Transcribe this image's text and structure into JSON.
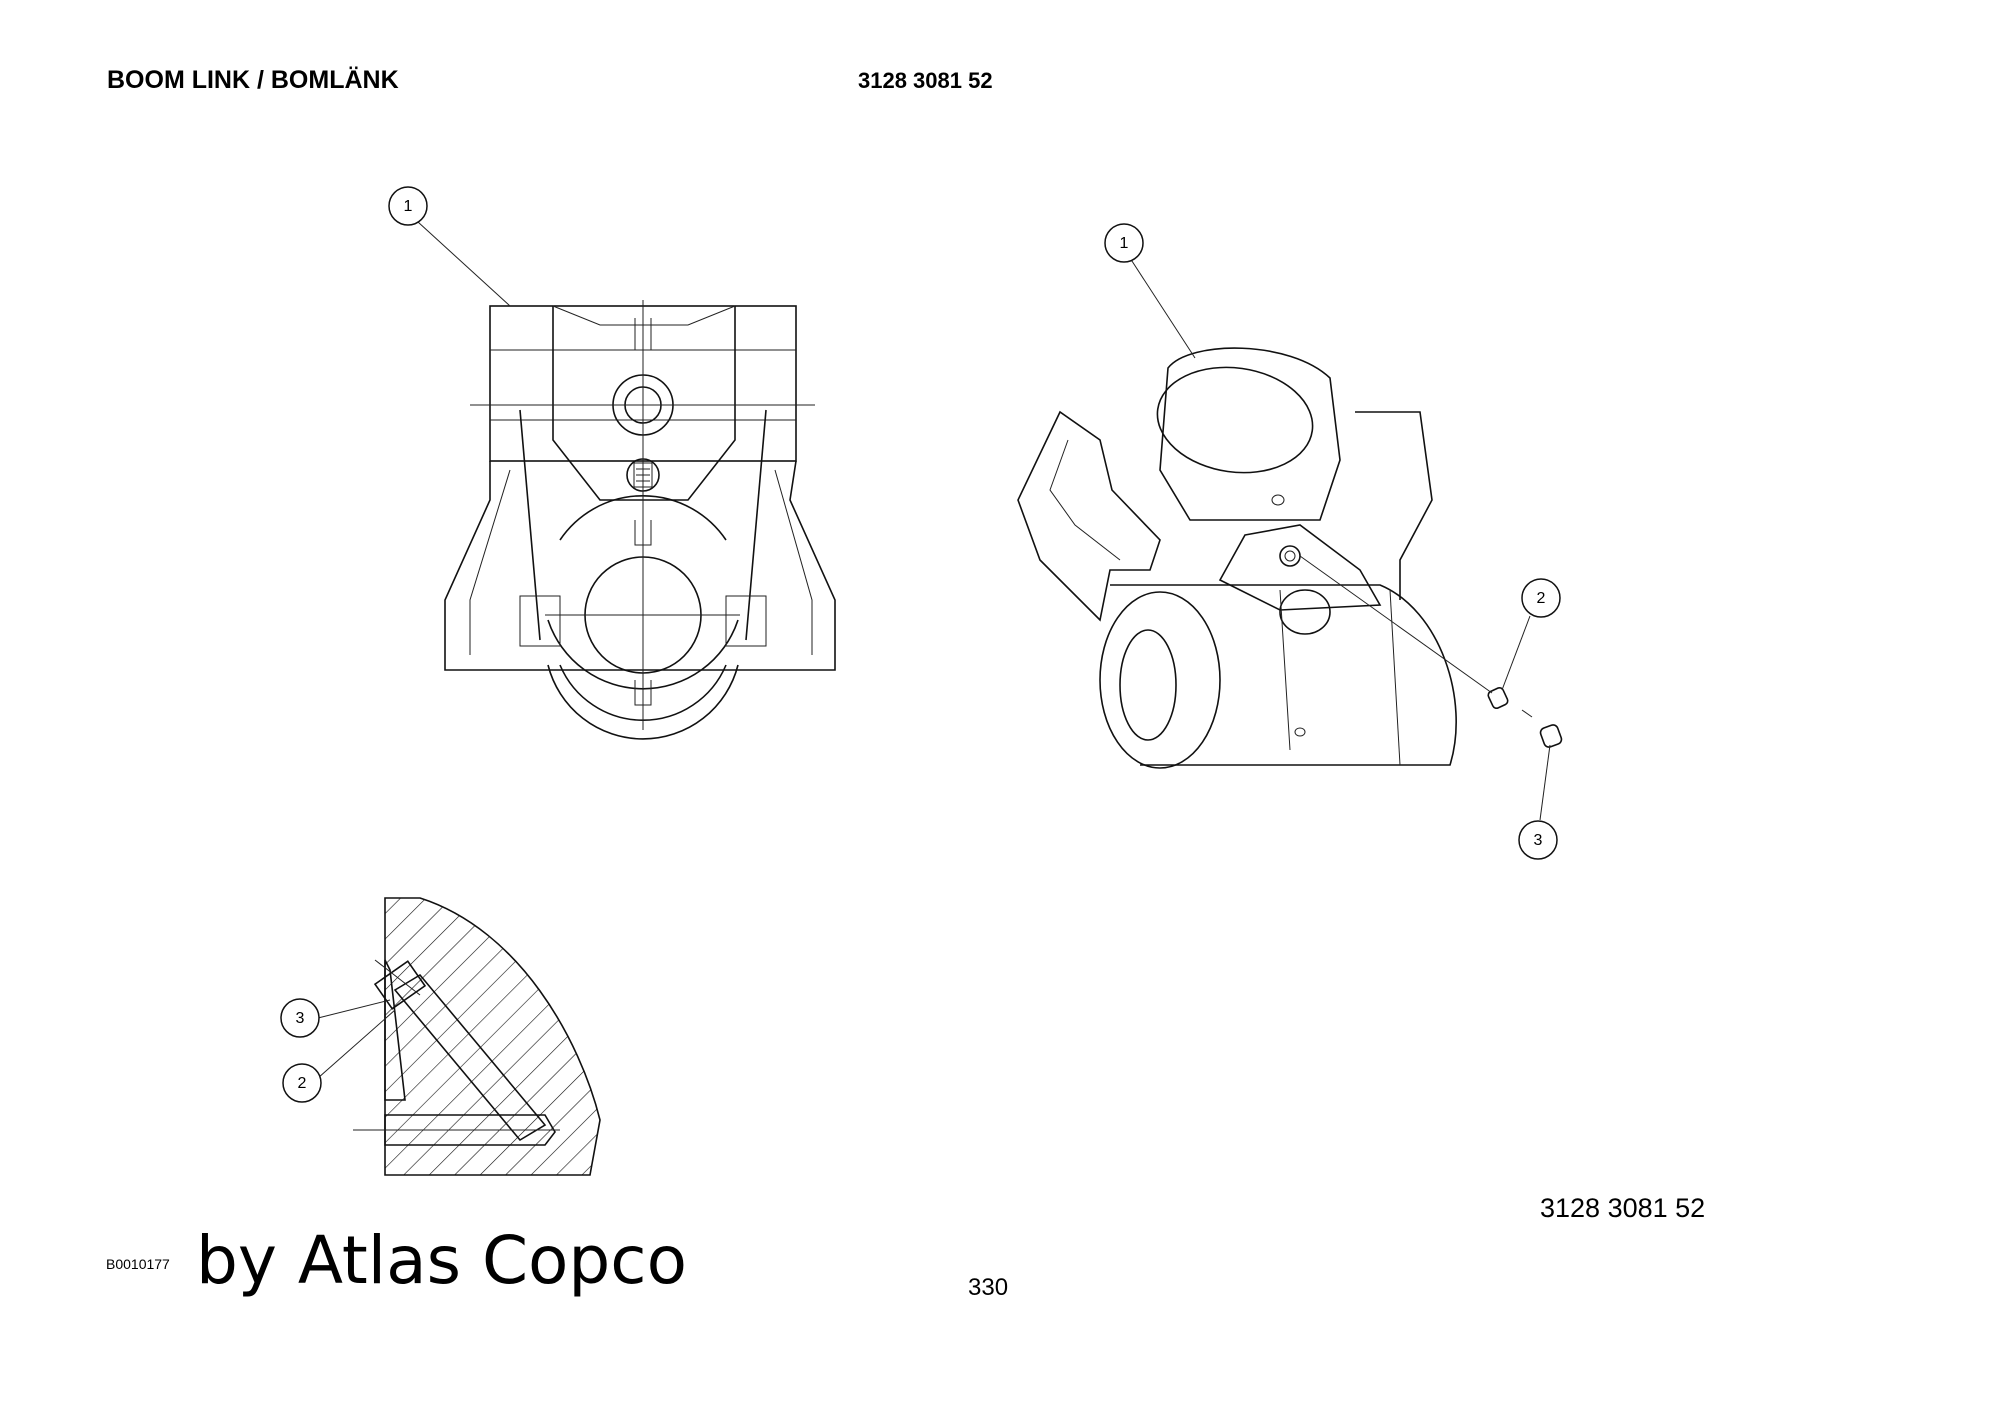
{
  "header": {
    "title": "BOOM LINK / BOMLÄNK",
    "part_number": "3128 3081 52"
  },
  "drawing": {
    "part_number_label": "3128 3081 52",
    "figure_id": "B0010177",
    "callouts": [
      "1",
      "1",
      "2",
      "3",
      "3",
      "2"
    ]
  },
  "watermark": "by Atlas Copco",
  "footer": {
    "page_number": "330"
  }
}
